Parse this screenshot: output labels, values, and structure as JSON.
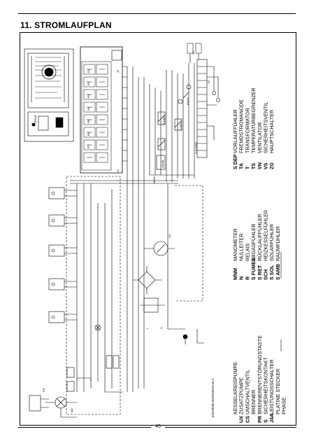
{
  "page_title": "11. STROMLAUFPLAN",
  "page_number": "40",
  "document_code": "83SHR090-0000000000-00-A",
  "legend": {
    "col1": [
      {
        "code": "",
        "text": "KESSELKREISPUMPE"
      },
      {
        "code": "UX",
        "text": "ZUSATZPUMPE"
      },
      {
        "code": "CS",
        "text": "UMSCHALTVENTIL"
      },
      {
        "code": "",
        "text": "BRENNER"
      },
      {
        "code": "PR",
        "text": "BRENNERENTSTÖRUNGSTASTE"
      },
      {
        "code": "S",
        "text": "SICHERHEITSKONTAKT"
      },
      {
        "code": "J4A",
        "text": "LEISTUNGSSCHALTER"
      },
      {
        "code": "",
        "text": "PLATINE STECKER"
      },
      {
        "code": "",
        "text": "PHASE"
      }
    ],
    "col2": [
      {
        "code": "MNM",
        "text": "MANOMETER"
      },
      {
        "code": "N",
        "text": "NULLEITER"
      },
      {
        "code": "R",
        "text": "RELAIS"
      },
      {
        "code": "S FUMEE",
        "text": "ABGASFÜHLER"
      },
      {
        "code": "S RET",
        "text": "RÜCKLAUFFÜHLER"
      },
      {
        "code": "SCH",
        "text": "HEIZKESSELFÜHLER"
      },
      {
        "code": "S SOL",
        "text": "SOLARFÜHLER"
      },
      {
        "code": "S AMB",
        "text": "RAUMFÜHLER"
      }
    ],
    "col3": [
      {
        "code": "S DEP",
        "text": "VORLAUFFÜHLER"
      },
      {
        "code": "TA",
        "text": "FREMDSTROMANODE"
      },
      {
        "code": "T",
        "text": "TRANSFORMATOR"
      },
      {
        "code": "TS",
        "text": "TEMPERATURBEGRENZER"
      },
      {
        "code": "VN",
        "text": "VENTILATOR"
      },
      {
        "code": "VS",
        "text": "SICHERHEITSVENTIL"
      },
      {
        "code": "ZG",
        "text": "HAUPTSCHALTER"
      }
    ]
  },
  "diagram_labels": {
    "s_fumee": "S.FUMEE",
    "mnm": "MNM",
    "s_amb": "SAMB",
    "s_ret": "S RET",
    "s_dep": "S DEP",
    "ts": "TS",
    "vn": "VN",
    "ionis": "IONIS",
    "zg": "ZG",
    "j4a": "J4A",
    "ph": "PH",
    "l": "L",
    "n": "N",
    "mode": "MODE",
    "j1": "J1",
    "j3": "J3",
    "r1": "R1",
    "r2": "R2",
    "r3": "R3",
    "r4": "R4",
    "r5": "R5",
    "r6": "R6",
    "r7": "R7"
  }
}
